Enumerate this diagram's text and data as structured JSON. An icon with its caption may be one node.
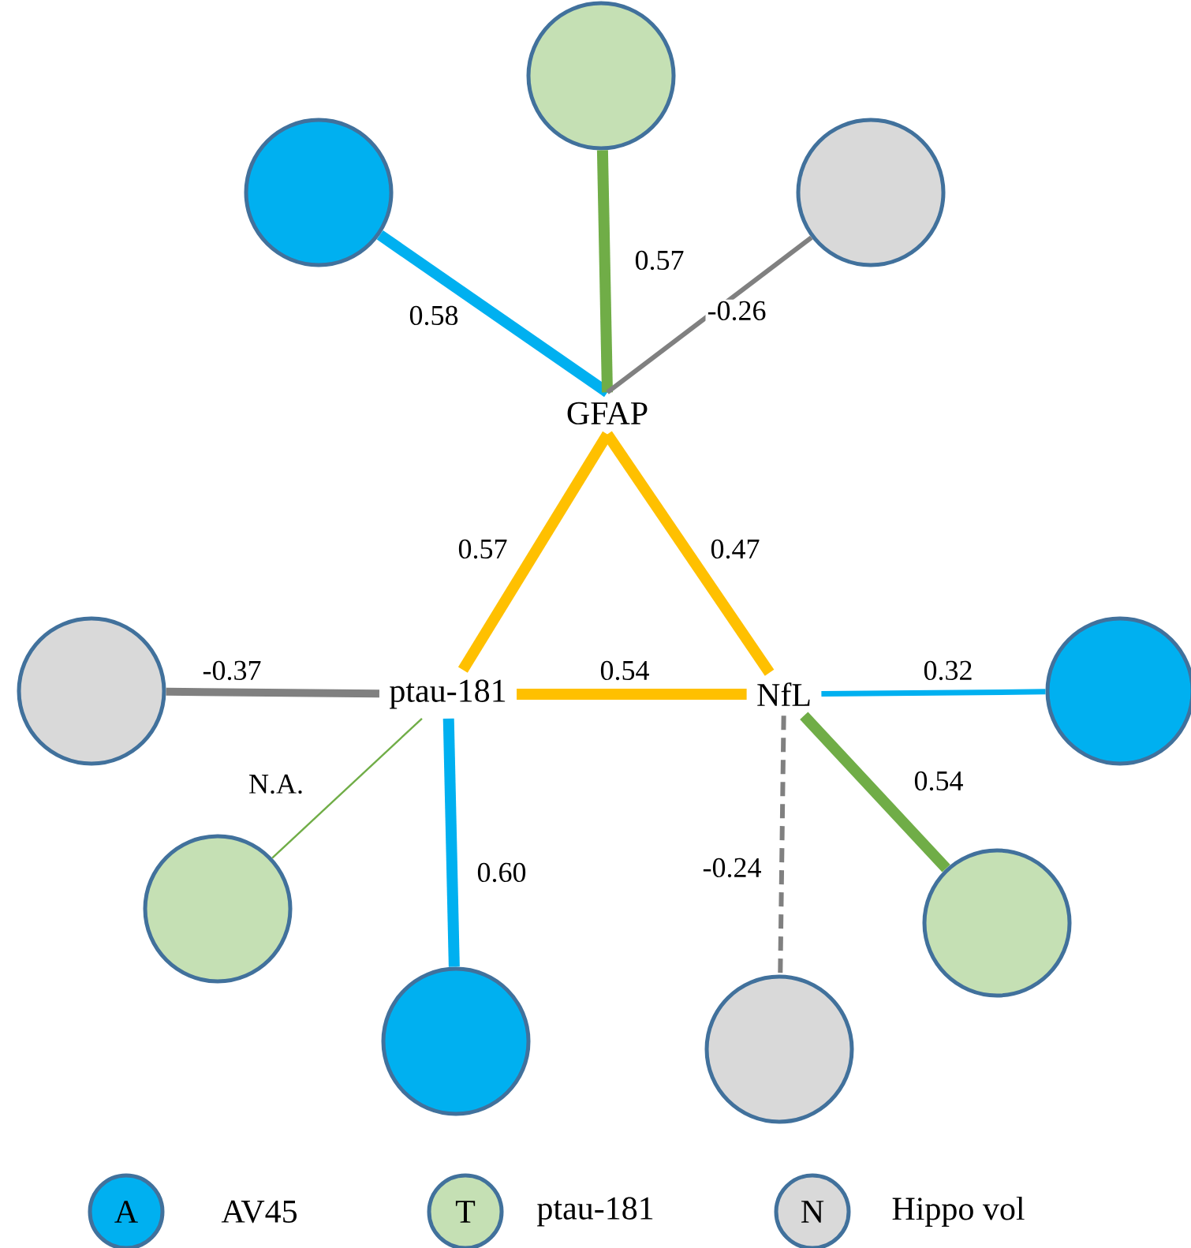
{
  "diagram": {
    "nodes": [
      {
        "text": [
          "GFAP"
        ]
      },
      {
        "text": [],
        "shape": "circle"
      },
      {
        "text": [],
        "shape": "circle"
      },
      {
        "text": [],
        "shape": "circle"
      },
      {
        "text": [
          "ptau-181"
        ]
      },
      {
        "text": [
          "NfL"
        ]
      },
      {
        "text": [],
        "shape": "circle"
      },
      {
        "text": [],
        "shape": "circle"
      },
      {
        "text": [],
        "shape": "circle"
      },
      {
        "text": [],
        "shape": "circle"
      },
      {
        "text": [],
        "shape": "circle"
      },
      {
        "text": [],
        "shape": "circle"
      }
    ],
    "edges": [
      {
        "from": 1,
        "to": 0,
        "arrow": "none",
        "label": "0.58",
        "color": "#00b0f0"
      },
      {
        "from": 2,
        "to": 0,
        "arrow": "none",
        "label": "0.57",
        "color": "#70ad47"
      },
      {
        "from": 3,
        "to": 0,
        "arrow": "none",
        "label": "-0.26",
        "color": "#808080"
      },
      {
        "from": 0,
        "to": 4,
        "arrow": "none",
        "label": "0.57",
        "color": "#ffc000"
      },
      {
        "from": 0,
        "to": 5,
        "arrow": "none",
        "label": "0.47",
        "color": "#ffc000"
      },
      {
        "from": 6,
        "to": 4,
        "arrow": "none",
        "label": "-0.37",
        "color": "#808080"
      },
      {
        "from": 4,
        "to": 5,
        "arrow": "none",
        "label": "0.54",
        "color": "#ffc000"
      },
      {
        "from": 5,
        "to": 9,
        "arrow": "none",
        "label": "0.32",
        "color": "#00b0f0"
      },
      {
        "from": 7,
        "to": 4,
        "arrow": "none",
        "label": "N.A.",
        "color": "#70ad47"
      },
      {
        "from": 4,
        "to": 8,
        "arrow": "none",
        "label": "0.60",
        "color": "#00b0f0"
      },
      {
        "from": 5,
        "to": 11,
        "arrow": "none",
        "label": "-0.24",
        "style": "dashed",
        "color": "#808080"
      },
      {
        "from": 5,
        "to": 10,
        "arrow": "none",
        "label": "0.54",
        "color": "#70ad47"
      }
    ],
    "labels": [
      "A",
      "T",
      "N"
    ],
    "legend": [
      {
        "text": "AV45",
        "color": "#00b0f0"
      },
      {
        "text": "ptau-181",
        "color": "#c5e0b4"
      },
      {
        "text": "Hippo vol",
        "color": "#d9d9d9"
      }
    ]
  }
}
